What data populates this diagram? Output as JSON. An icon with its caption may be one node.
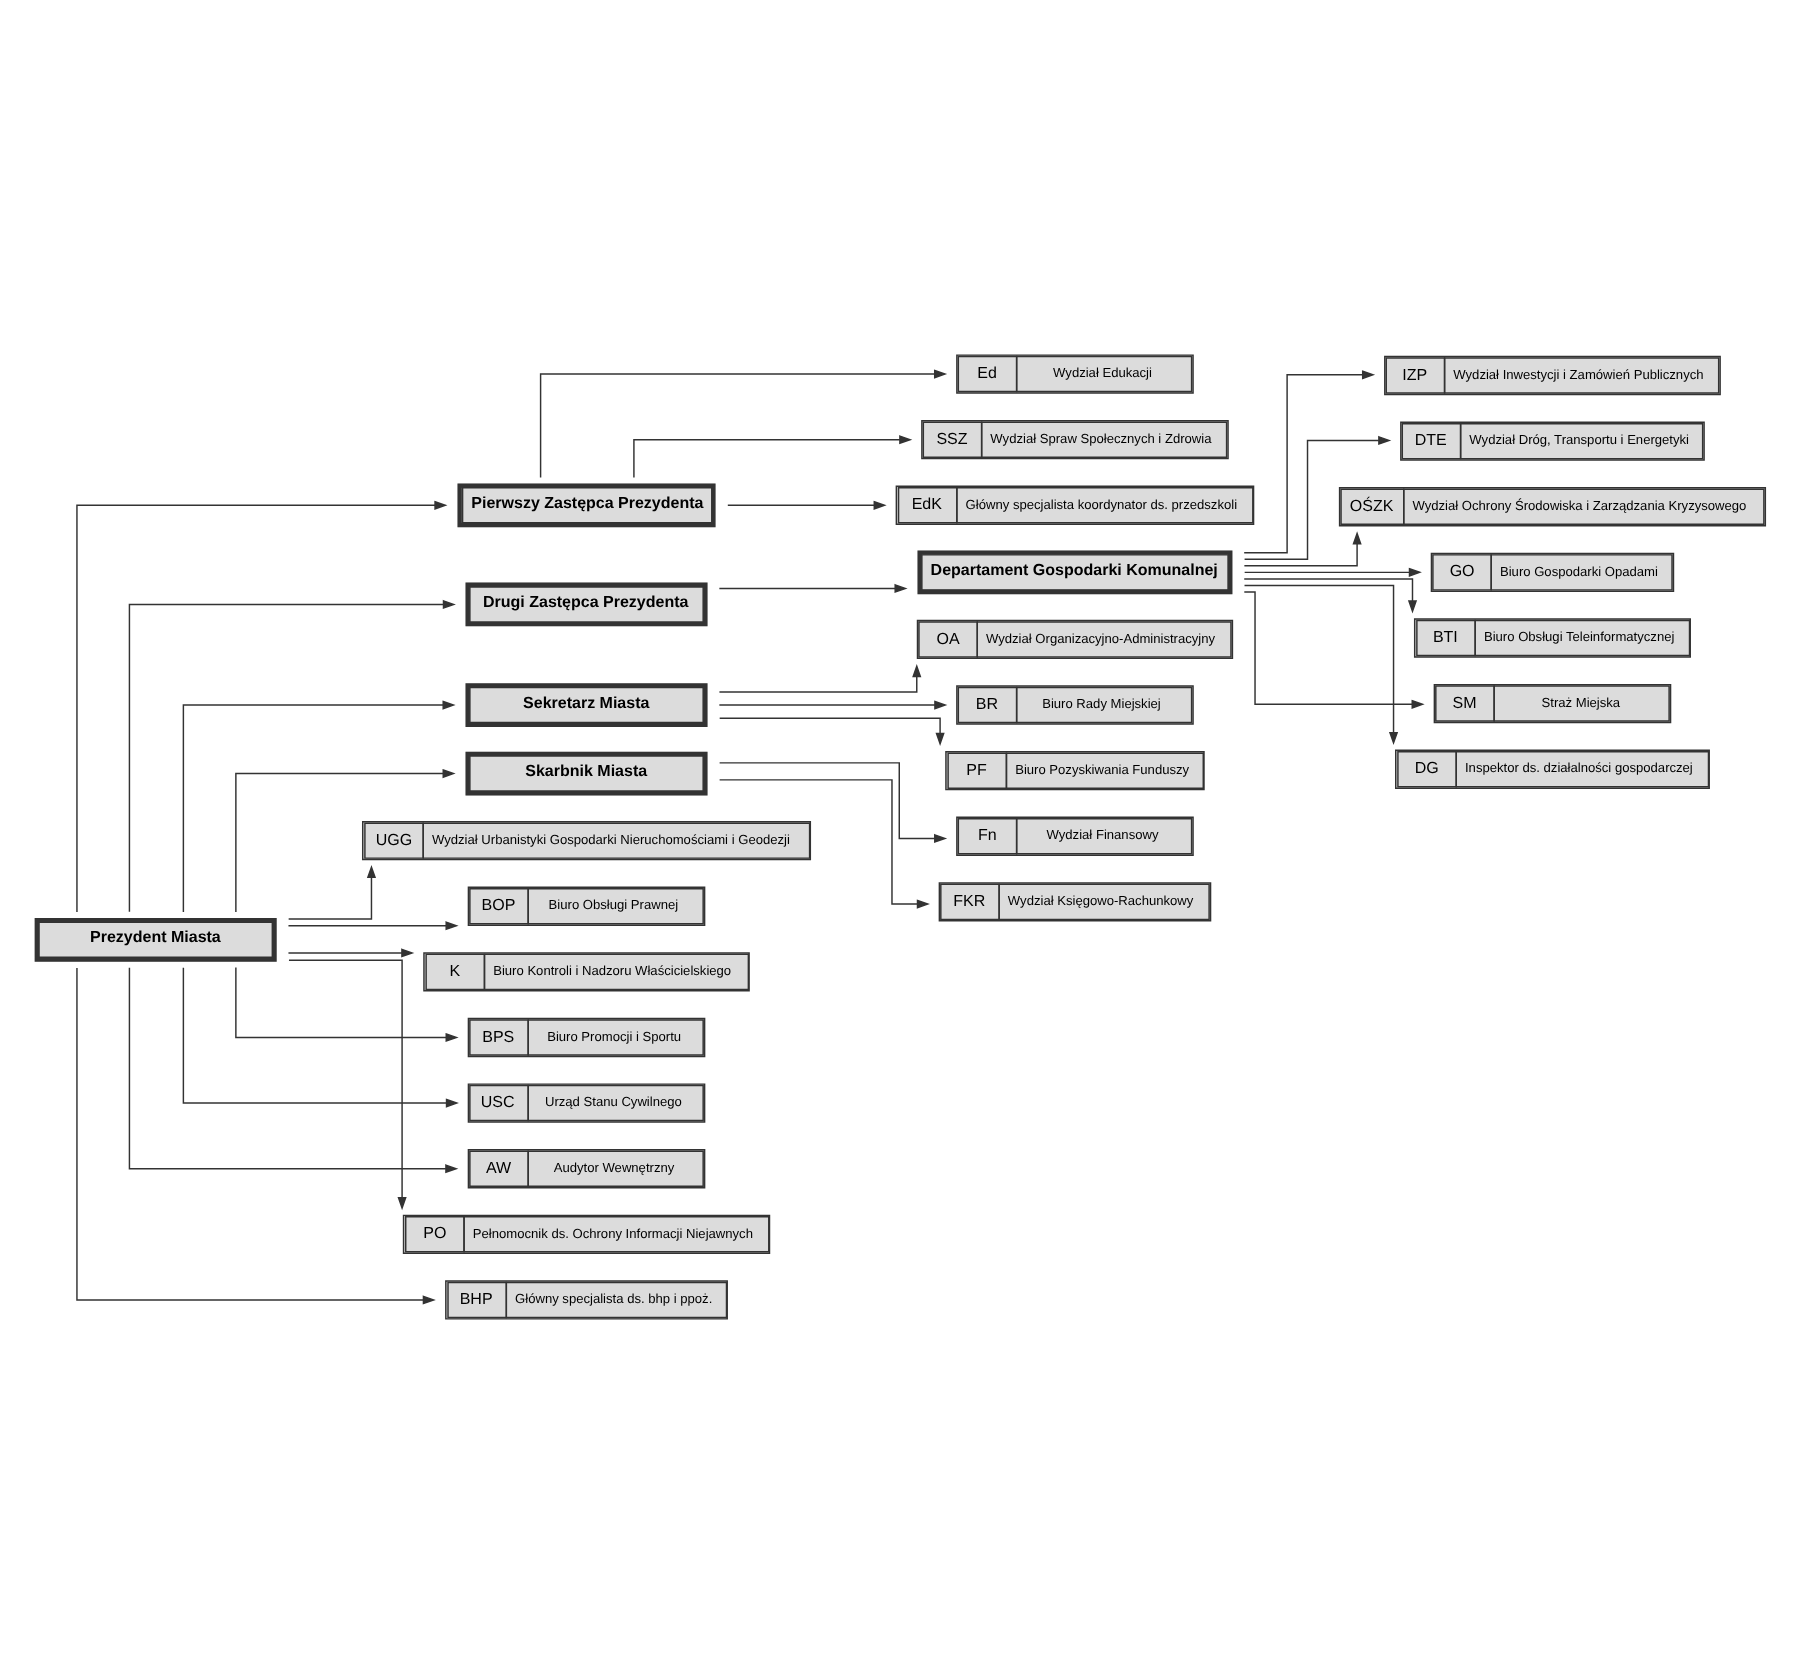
{
  "diagram": {
    "nodes": [
      {
        "text": [
          "Prezydent Miasta"
        ]
      },
      {
        "text": [
          "Pierwszy Zastępca Prezydenta"
        ]
      },
      {
        "text": [
          "Drugi Zastępca Prezydenta"
        ]
      },
      {
        "text": [
          "Sekretarz Miasta"
        ]
      },
      {
        "text": [
          "Skarbnik Miasta"
        ]
      },
      {
        "text": [
          "Ed",
          "Wydział Edukacji"
        ]
      },
      {
        "text": [
          "SSZ",
          "Wydział Spraw Społecznych i Zdrowia"
        ]
      },
      {
        "text": [
          "EdK",
          "Główny specjalista koordynator ds. przedszkoli"
        ]
      },
      {
        "text": [
          "Departament Gospodarki Komunalnej"
        ]
      },
      {
        "text": [
          "IZP",
          "Wydział Inwestycji i Zamówień Publicznych"
        ]
      },
      {
        "text": [
          "DTE",
          "Wydział Dróg, Transportu i Energetyki"
        ]
      },
      {
        "text": [
          "OŚZK",
          "Wydział Ochrony Środowiska i Zarządzania Kryzysowego"
        ]
      },
      {
        "text": [
          "GO",
          "Biuro Gospodarki Opadami"
        ]
      },
      {
        "text": [
          "BTI",
          "Biuro Obsługi Teleinformatycznej"
        ]
      },
      {
        "text": [
          "SM",
          "Straż Miejska"
        ]
      },
      {
        "text": [
          "DG",
          "Inspektor ds. działalności gospodarczej"
        ]
      },
      {
        "text": [
          "OA",
          "Wydział Organizacyjno-Administracyjny"
        ]
      },
      {
        "text": [
          "BR",
          "Biuro Rady Miejskiej"
        ]
      },
      {
        "text": [
          "PF",
          "Biuro Pozyskiwania Funduszy"
        ]
      },
      {
        "text": [
          "Fn",
          "Wydział Finansowy"
        ]
      },
      {
        "text": [
          "FKR",
          "Wydział Księgowo-Rachunkowy"
        ]
      },
      {
        "text": [
          "UGG",
          "Wydział Urbanistyki Gospodarki Nieruchomościami i Geodezji"
        ]
      },
      {
        "text": [
          "BOP",
          "Biuro Obsługi Prawnej"
        ]
      },
      {
        "text": [
          "K",
          "Biuro Kontroli i Nadzoru Właścicielskiego"
        ]
      },
      {
        "text": [
          "BPS",
          "Biuro Promocji i Sportu"
        ]
      },
      {
        "text": [
          "USC",
          "Urząd Stanu Cywilnego"
        ]
      },
      {
        "text": [
          "AW",
          "Audytor Wewnętrzny"
        ]
      },
      {
        "text": [
          "PO",
          "Pełnomocnik ds. Ochrony Informacji Niejawnych"
        ]
      },
      {
        "text": [
          "BHP",
          "Główny specjalista ds. bhp i ppoż."
        ]
      }
    ],
    "edges": [
      {
        "from": 0,
        "to": 1,
        "arrow": "to"
      },
      {
        "from": 0,
        "to": 2,
        "arrow": "to"
      },
      {
        "from": 0,
        "to": 3,
        "arrow": "to"
      },
      {
        "from": 0,
        "to": 4,
        "arrow": "to"
      },
      {
        "from": 1,
        "to": 5,
        "arrow": "to"
      },
      {
        "from": 1,
        "to": 6,
        "arrow": "to"
      },
      {
        "from": 1,
        "to": 7,
        "arrow": "to"
      },
      {
        "from": 2,
        "to": 8,
        "arrow": "to"
      },
      {
        "from": 8,
        "to": 9,
        "arrow": "to"
      },
      {
        "from": 8,
        "to": 10,
        "arrow": "to"
      },
      {
        "from": 8,
        "to": 11,
        "arrow": "to"
      },
      {
        "from": 8,
        "to": 12,
        "arrow": "to"
      },
      {
        "from": 8,
        "to": 13,
        "arrow": "to"
      },
      {
        "from": 8,
        "to": 14,
        "arrow": "to"
      },
      {
        "from": 8,
        "to": 15,
        "arrow": "to"
      },
      {
        "from": 3,
        "to": 16,
        "arrow": "to"
      },
      {
        "from": 3,
        "to": 17,
        "arrow": "to"
      },
      {
        "from": 3,
        "to": 18,
        "arrow": "to"
      },
      {
        "from": 4,
        "to": 19,
        "arrow": "to"
      },
      {
        "from": 4,
        "to": 20,
        "arrow": "to"
      },
      {
        "from": 0,
        "to": 21,
        "arrow": "to"
      },
      {
        "from": 0,
        "to": 22,
        "arrow": "to"
      },
      {
        "from": 0,
        "to": 23,
        "arrow": "to"
      },
      {
        "from": 0,
        "to": 24,
        "arrow": "to"
      },
      {
        "from": 0,
        "to": 25,
        "arrow": "to"
      },
      {
        "from": 0,
        "to": 26,
        "arrow": "to"
      },
      {
        "from": 0,
        "to": 27,
        "arrow": "to"
      },
      {
        "from": 0,
        "to": 28,
        "arrow": "to"
      }
    ]
  }
}
